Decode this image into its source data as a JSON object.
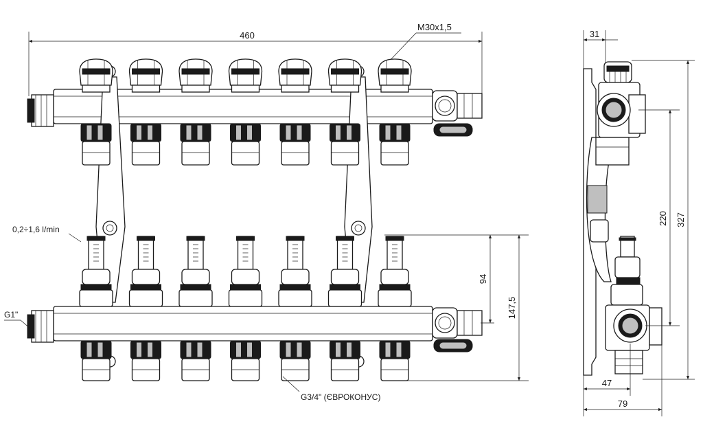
{
  "dimensions": {
    "total_width": "460",
    "thread_vent": "M30x1,5",
    "flow_range": "0,2÷1,6 l/min",
    "inlet_thread": "G1\"",
    "outlet_thread": "G3/4\" (ЄВРОКОНУС)",
    "offset_94": "94",
    "offset_147": "147,5",
    "side_depth_31": "31",
    "side_220": "220",
    "side_327": "327",
    "side_47": "47",
    "side_79": "79"
  },
  "outlet_count": 7
}
